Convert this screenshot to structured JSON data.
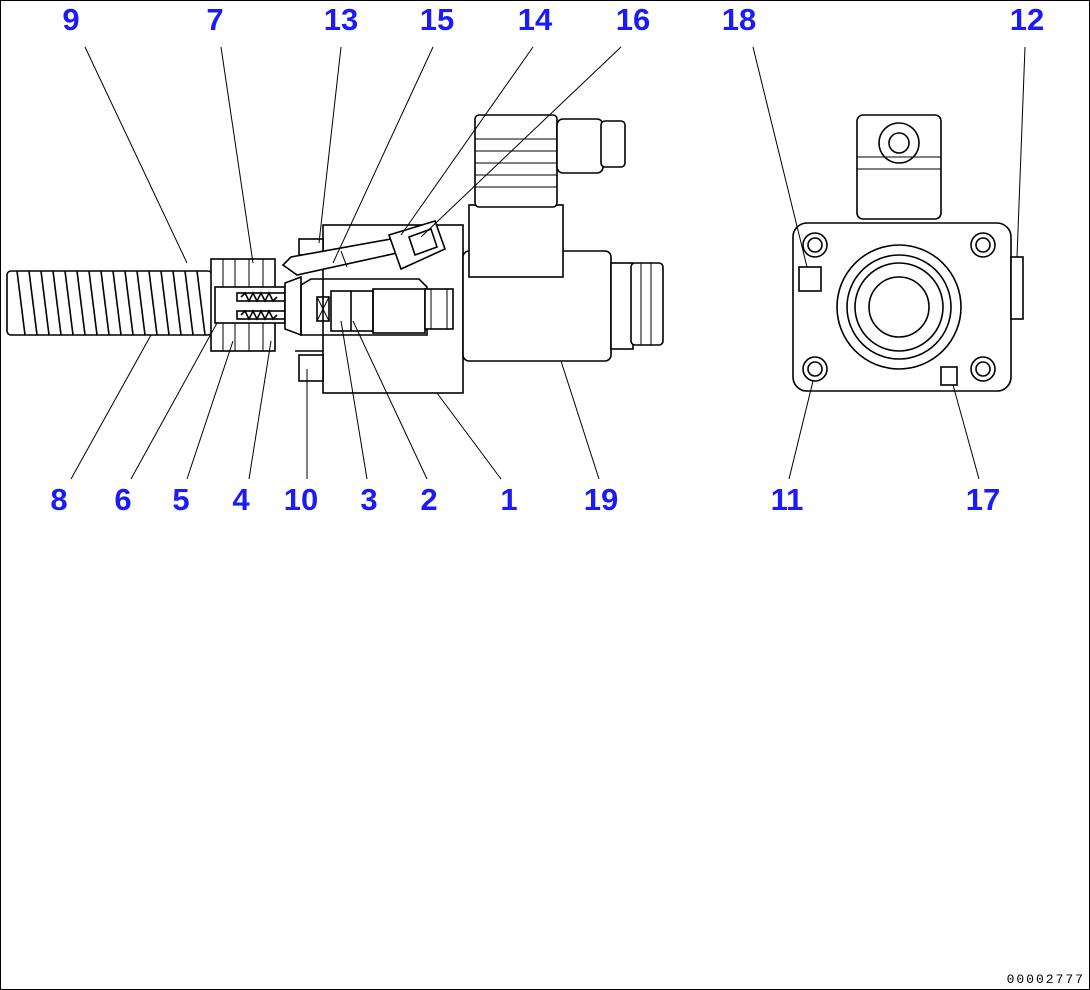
{
  "diagram": {
    "callouts": [
      {
        "id": "c9",
        "text": "9"
      },
      {
        "id": "c7",
        "text": "7"
      },
      {
        "id": "c13",
        "text": "13"
      },
      {
        "id": "c15",
        "text": "15"
      },
      {
        "id": "c14",
        "text": "14"
      },
      {
        "id": "c16",
        "text": "16"
      },
      {
        "id": "c18",
        "text": "18"
      },
      {
        "id": "c12",
        "text": "12"
      },
      {
        "id": "c8",
        "text": "8"
      },
      {
        "id": "c6",
        "text": "6"
      },
      {
        "id": "c5",
        "text": "5"
      },
      {
        "id": "c4",
        "text": "4"
      },
      {
        "id": "c10",
        "text": "10"
      },
      {
        "id": "c3",
        "text": "3"
      },
      {
        "id": "c2",
        "text": "2"
      },
      {
        "id": "c1",
        "text": "1"
      },
      {
        "id": "c19",
        "text": "19"
      },
      {
        "id": "c11",
        "text": "11"
      },
      {
        "id": "c17",
        "text": "17"
      }
    ],
    "drawing_id": "00002777",
    "colors": {
      "callout": "#1a1aff",
      "line": "#000000",
      "background": "#ffffff"
    }
  }
}
